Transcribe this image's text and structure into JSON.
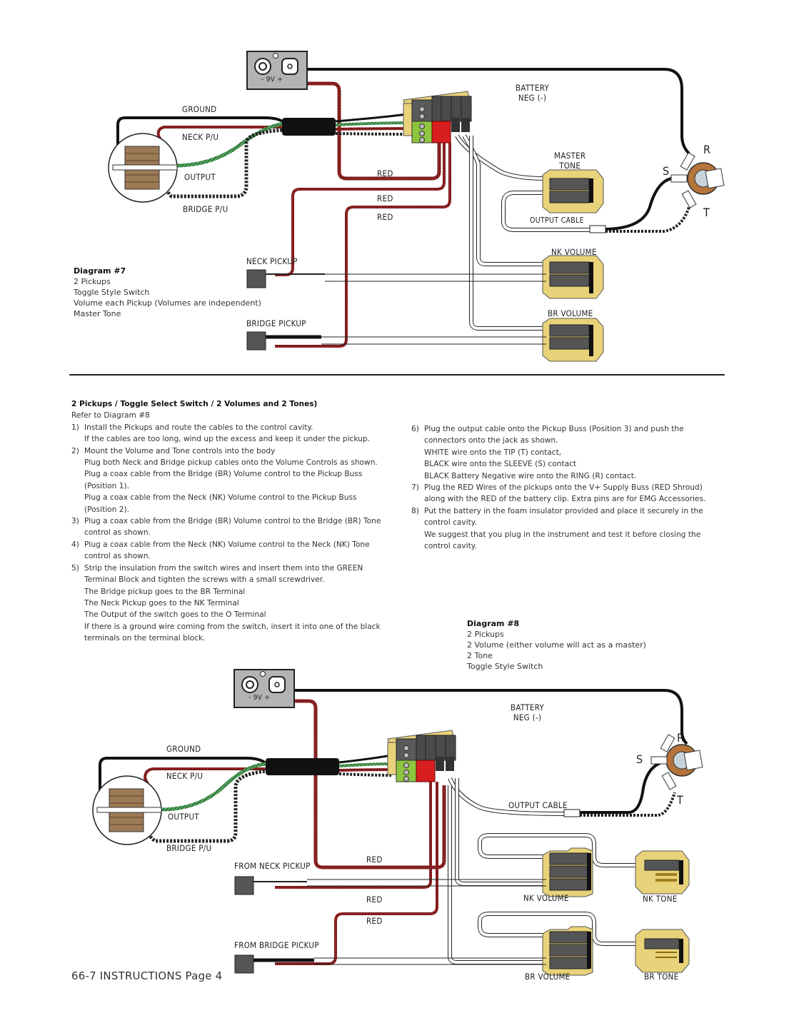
{
  "diagram7": {
    "caption": {
      "title": "Diagram #7",
      "lines": [
        "2 Pickups",
        "Toggle Style Switch",
        "Volume each Pickup (Volumes are independent)",
        "Master Tone"
      ]
    },
    "labels": {
      "battery": "- 9V +",
      "ground": "GROUND",
      "neck_pu": "NECK P/U",
      "output": "OUTPUT",
      "bridge_pu": "BRIDGE P/U",
      "red1": "RED",
      "red2": "RED",
      "red3": "RED",
      "battery_neg": "BATTERY\nNEG (-)",
      "master_tone": "MASTER\nTONE",
      "output_cable": "OUTPUT CABLE",
      "jack_r": "R",
      "jack_s": "S",
      "jack_t": "T",
      "nk_volume": "NK VOLUME",
      "br_volume": "BR VOLUME",
      "neck_pickup": "NECK PICKUP",
      "bridge_pickup": "BRIDGE PICKUP"
    }
  },
  "instructions": {
    "heading": "2 Pickups / Toggle Select Switch / 2  Volumes and 2 Tones)",
    "refer": "Refer to Diagram #8",
    "left_steps": [
      {
        "num": "1)",
        "lines": [
          "Install the Pickups and route the cables to the control cavity.",
          "If  the cables are too long, wind up the excess and keep it under the pickup."
        ]
      },
      {
        "num": "2)",
        "lines": [
          "Mount the Volume and Tone controls into the body",
          "Plug both Neck and Bridge pickup cables onto the Volume Controls as shown.",
          "Plug a coax cable from the Bridge (BR) Volume control to the Pickup Buss",
          "(Position 1).",
          "Plug a coax cable from the Neck (NK) Volume control to the Pickup Buss",
          "(Position 2)."
        ]
      },
      {
        "num": "3)",
        "lines": [
          "Plug a coax cable from the Bridge (BR) Volume control to the Bridge (BR) Tone",
          "control as shown."
        ]
      },
      {
        "num": "4)",
        "lines": [
          "Plug a coax cable from the Neck (NK) Volume control to the Neck (NK) Tone",
          "control as shown."
        ]
      },
      {
        "num": "5)",
        "lines": [
          "Strip the insulation from the switch wires and insert them into the GREEN",
          "Terminal Block and tighten the screws with a small screwdriver.",
          "The Bridge pickup goes to the BR Terminal",
          "The Neck Pickup goes to the NK Terminal",
          "The Output of the switch goes to the O Terminal",
          "If there is a ground wire coming from the switch, insert it into one of the black",
          "terminals on the terminal block."
        ]
      }
    ],
    "right_steps": [
      {
        "num": "6)",
        "lines": [
          "Plug the output cable onto the Pickup Buss (Position 3) and push the",
          "connectors onto the jack as shown.",
          "WHITE wire onto the TIP (T) contact,",
          "BLACK wire onto the SLEEVE (S) contact",
          "BLACK Battery Negative wire onto the RING (R) contact."
        ]
      },
      {
        "num": "7)",
        "lines": [
          "Plug the RED Wires of the pickups onto the V+ Supply Buss (RED Shroud)",
          "along with the RED of the battery clip. Extra pins are for EMG Accessories."
        ]
      },
      {
        "num": "8)",
        "lines": [
          "Put the battery in the foam insulator provided and place it securely in the",
          "control cavity.",
          "We suggest that you plug in the instrument and test it before closing the",
          "control cavity."
        ]
      }
    ]
  },
  "diagram8": {
    "caption": {
      "title": "Diagram #8",
      "lines": [
        "2 Pickups",
        "2 Volume (either volume will act as a master)",
        "2 Tone",
        "Toggle Style Switch"
      ]
    },
    "labels": {
      "battery": "- 9V +",
      "ground": "GROUND",
      "neck_pu": "NECK P/U",
      "output": "OUTPUT",
      "bridge_pu": "BRIDGE P/U",
      "red1": "RED",
      "red2": "RED",
      "red3": "RED",
      "battery_neg": "BATTERY\nNEG (-)",
      "output_cable": "OUTPUT CABLE",
      "jack_r": "R",
      "jack_s": "S",
      "jack_t": "T",
      "from_neck_pickup": "FROM NECK PICKUP",
      "from_bridge_pickup": "FROM BRIDGE PICKUP",
      "nk_volume": "NK VOLUME",
      "nk_tone": "NK TONE",
      "br_volume": "BR VOLUME",
      "br_tone": "BR TONE"
    }
  },
  "footer": "66-7 INSTRUCTIONS Page 4",
  "colors": {
    "red_wire": "#8b2020",
    "green_wire": "#2f7d3a",
    "black_wire": "#111111",
    "pcb": "#e8d27a",
    "shroud_red": "#d81e1e",
    "terminal_green": "#8cc63f",
    "connector_gray": "#555555",
    "jack_brown": "#b5743a",
    "battery_gray": "#b3b3b3"
  }
}
